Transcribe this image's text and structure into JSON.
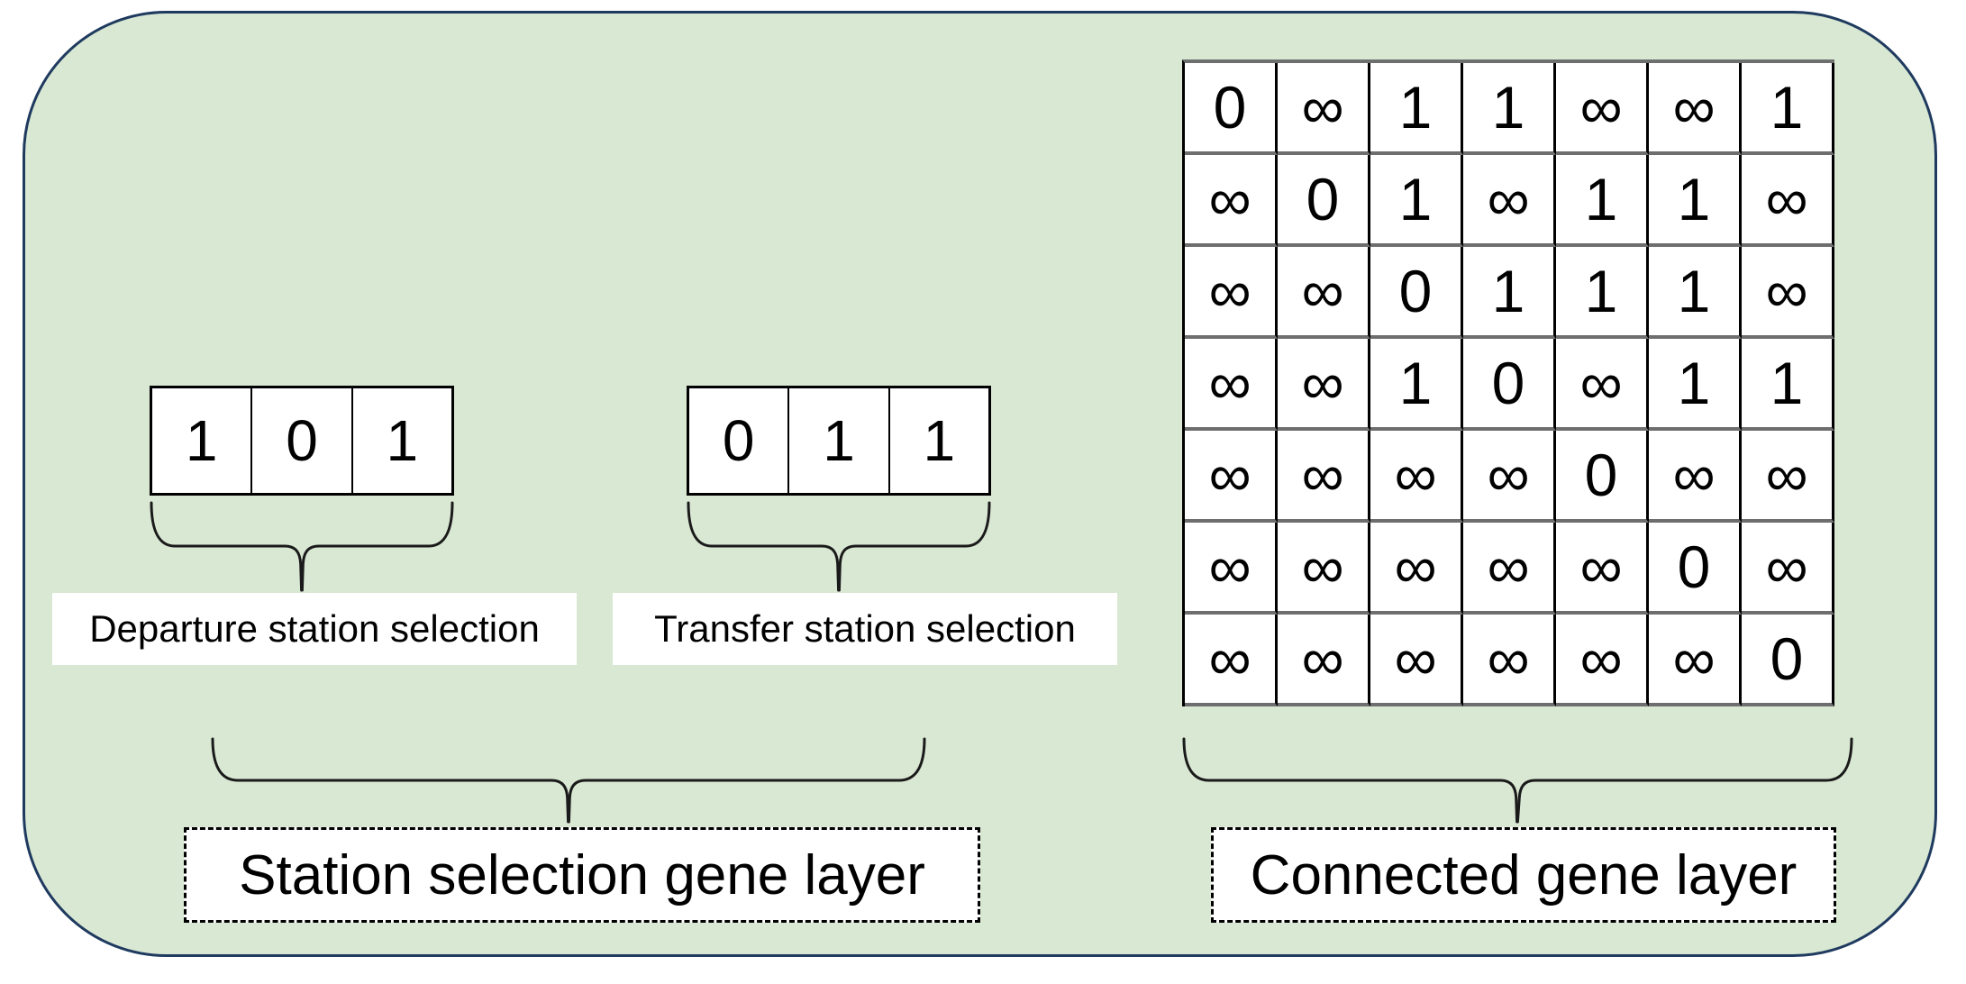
{
  "figure": {
    "station_selection_layer": {
      "departure_gene": {
        "label": "Departure station selection",
        "cells": [
          "1",
          "0",
          "1"
        ]
      },
      "transfer_gene": {
        "label": "Transfer station selection",
        "cells": [
          "0",
          "1",
          "1"
        ]
      },
      "layer_label": "Station selection gene layer"
    },
    "connected_gene_layer": {
      "layer_label": "Connected gene layer",
      "infinity_symbol": "∞",
      "matrix": [
        [
          "0",
          "∞",
          "1",
          "1",
          "∞",
          "∞",
          "1"
        ],
        [
          "∞",
          "0",
          "1",
          "∞",
          "1",
          "1",
          "∞"
        ],
        [
          "∞",
          "∞",
          "0",
          "1",
          "1",
          "1",
          "∞"
        ],
        [
          "∞",
          "∞",
          "1",
          "0",
          "∞",
          "1",
          "1"
        ],
        [
          "∞",
          "∞",
          "∞",
          "∞",
          "0",
          "∞",
          "∞"
        ],
        [
          "∞",
          "∞",
          "∞",
          "∞",
          "∞",
          "0",
          "∞"
        ],
        [
          "∞",
          "∞",
          "∞",
          "∞",
          "∞",
          "∞",
          "0"
        ]
      ]
    },
    "colors": {
      "canvas_background": "#ffffff",
      "panel_fill": "#d9e8d3",
      "panel_border": "#1f3a5f",
      "grid_vertical": "#000000",
      "grid_horizontal": "#6e6e6e",
      "ink": "#000000"
    }
  }
}
